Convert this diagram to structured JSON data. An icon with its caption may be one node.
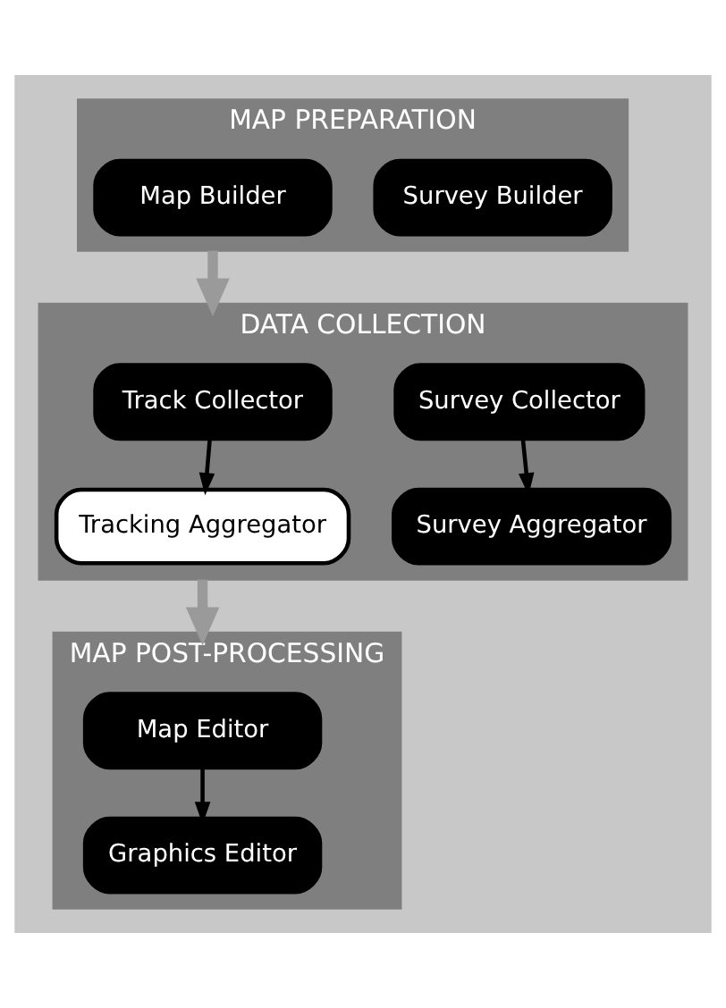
{
  "diagram": {
    "nodes": [
      {
        "text": [
          "MAP PREPARATION"
        ]
      },
      {
        "text": [
          "Map Builder"
        ],
        "in": 0
      },
      {
        "text": [
          "Survey Builder"
        ],
        "in": 0
      },
      {
        "text": [
          "DATA COLLECTION"
        ]
      },
      {
        "text": [
          "Track Collector"
        ],
        "in": 3
      },
      {
        "text": [
          "Survey Collector"
        ],
        "in": 3
      },
      {
        "text": [
          "Tracking Aggregator"
        ],
        "in": 3
      },
      {
        "text": [
          "Survey Aggregator"
        ],
        "in": 3
      },
      {
        "text": [
          "MAP POST-PROCESSING"
        ]
      },
      {
        "text": [
          "Map Editor"
        ],
        "in": 8
      },
      {
        "text": [
          "Graphics Editor"
        ],
        "in": 8
      }
    ],
    "edges": [
      {
        "from": 0,
        "to": 3,
        "arrow": "to",
        "style": "thick",
        "color": "#9a9a9a"
      },
      {
        "from": 4,
        "to": 6,
        "arrow": "to"
      },
      {
        "from": 5,
        "to": 7,
        "arrow": "to"
      },
      {
        "from": 3,
        "to": 8,
        "arrow": "to",
        "style": "thick",
        "color": "#9a9a9a"
      },
      {
        "from": 9,
        "to": 10,
        "arrow": "to"
      }
    ]
  }
}
